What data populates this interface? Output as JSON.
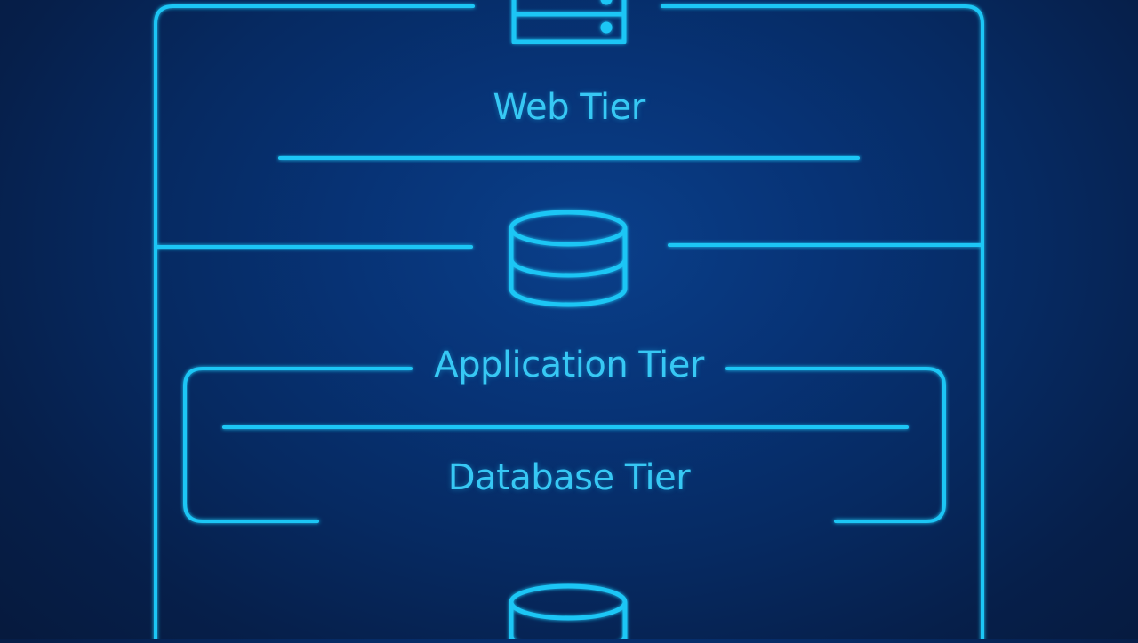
{
  "diagram": {
    "tiers": [
      {
        "label": "Web Tier",
        "icon": "server-icon"
      },
      {
        "label": "Application Tier",
        "icon": "database-icon"
      },
      {
        "label": "Database Tier",
        "icon": "database-icon"
      }
    ]
  },
  "colors": {
    "line": "#1ec6f5",
    "text": "#37c8f4",
    "background": "#073376"
  }
}
